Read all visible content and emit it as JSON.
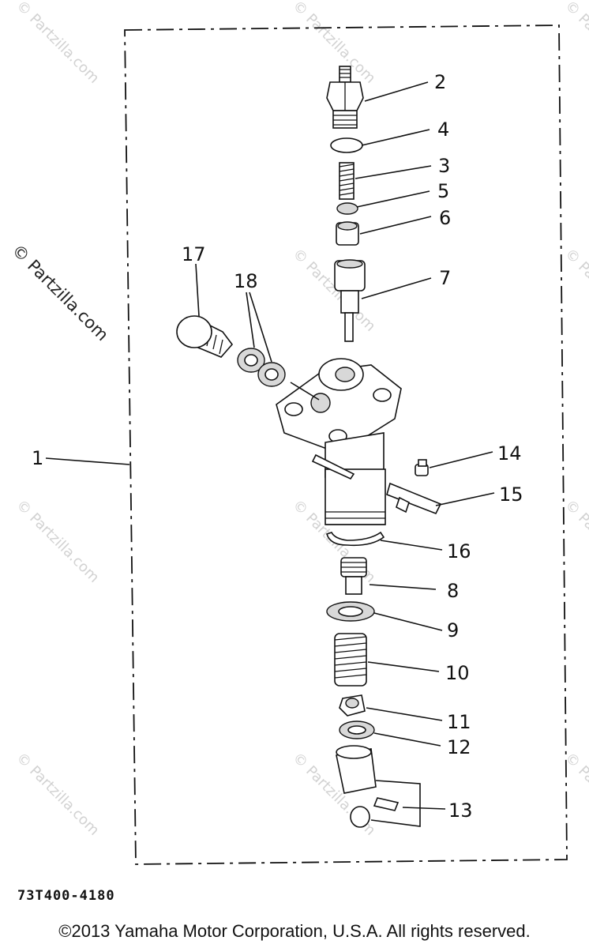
{
  "watermark": "© Partzilla.com",
  "callouts": [
    "1",
    "2",
    "3",
    "4",
    "5",
    "6",
    "7",
    "8",
    "9",
    "10",
    "11",
    "12",
    "13",
    "14",
    "15",
    "16",
    "17",
    "18"
  ],
  "diagram_code": "73T400-4180",
  "copyright": "©2013  Yamaha Motor Corporation, U.S.A. All rights reserved."
}
